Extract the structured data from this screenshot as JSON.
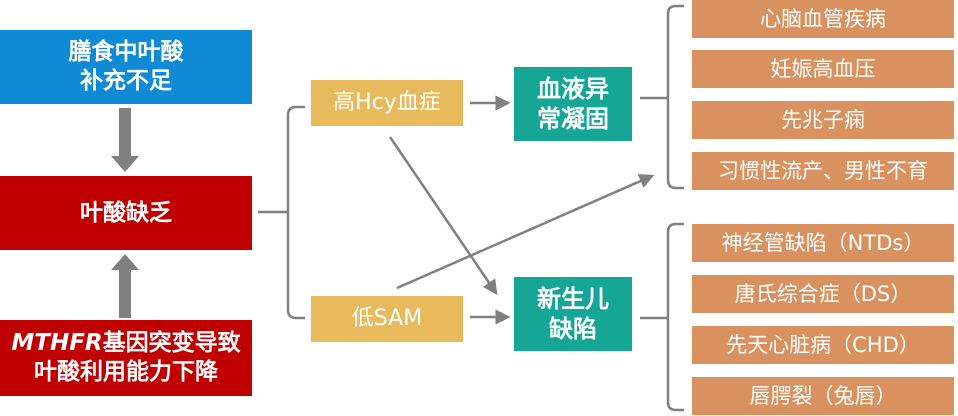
{
  "colors": {
    "blue": "#0f8ad4",
    "red": "#c00000",
    "gold": "#e8ba5b",
    "teal": "#16a695",
    "orange": "#d9925f",
    "arrow": "#808080"
  },
  "causes": {
    "dietary": "膳食中叶酸\n补充不足",
    "deficiency": "叶酸缺乏",
    "mthfr_prefix": "MTHFR",
    "mthfr_rest": "基因突变导致\n叶酸利用能力下降"
  },
  "intermediates": {
    "hcy": "高Hcy血症",
    "sam": "低SAM"
  },
  "outcomes": {
    "coag": "血液异\n常凝固",
    "birth": "新生儿\n缺陷"
  },
  "diseases_group1": [
    "心脑血管疾病",
    "妊娠高血压",
    "先兆子痫",
    "习惯性流产、男性不育"
  ],
  "diseases_group2": [
    "神经管缺陷（NTDs）",
    "唐氏综合症（DS）",
    "先天心脏病（CHD）",
    "唇腭裂（兔唇）"
  ]
}
